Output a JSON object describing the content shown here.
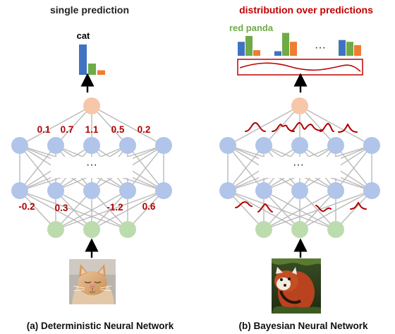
{
  "colors": {
    "hidden": "#b1c4e9",
    "input": "#bddcae",
    "output": "#f6c7a8",
    "bar_blue": "#3f73c2",
    "bar_green": "#6faa47",
    "bar_orange": "#ee7d31",
    "accent_red": "#c00000"
  },
  "left": {
    "title": "single prediction",
    "label": "cat",
    "bars": [
      0.86,
      0.32,
      0.13
    ],
    "ellipsis": "···",
    "weights_top": [
      "0.1",
      "0.7",
      "1.1",
      "0.5",
      "0.2"
    ],
    "weights_bottom": [
      "-0.2",
      "0.3",
      "-1.2",
      "0.6"
    ],
    "photo_icon": "cat-photo",
    "caption": "(a) Deterministic Neural Network"
  },
  "right": {
    "title": "distribution over predictions",
    "label": "red panda",
    "bar_groups": [
      [
        0.55,
        0.78,
        0.22
      ],
      [
        0.18,
        0.9,
        0.55
      ],
      [
        0.62,
        0.55,
        0.42
      ]
    ],
    "dots": "···",
    "ellipsis": "···",
    "photo_icon": "red-panda-photo",
    "caption": "(b) Bayesian Neural Network"
  }
}
